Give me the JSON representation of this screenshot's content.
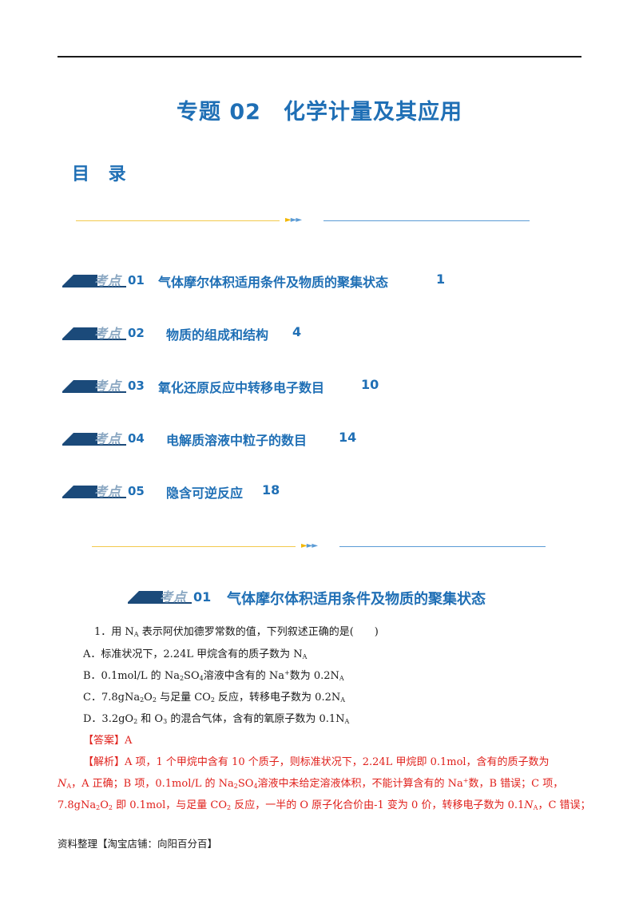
{
  "title": "专题 02　化学计量及其应用",
  "toc_heading": "目 录",
  "badge_text": "考点",
  "toc": [
    {
      "num": "01",
      "text": "气体摩尔体积适用条件及物质的聚集状态",
      "page": "1"
    },
    {
      "num": "02",
      "text": "物质的组成和结构",
      "page": "4"
    },
    {
      "num": "03",
      "text": "氧化还原反应中转移电子数目",
      "page": "10"
    },
    {
      "num": "04",
      "text": "电解质溶液中粒子的数目",
      "page": "14"
    },
    {
      "num": "05",
      "text": "隐含可逆反应",
      "page": "18"
    }
  ],
  "section": {
    "num": "01",
    "text": "气体摩尔体积适用条件及物质的聚集状态"
  },
  "question": {
    "stem_prefix": "1．用 N",
    "stem_sub": "A",
    "stem_suffix": " 表示阿伏加德罗常数的值，下列叙述正确的是(　　)",
    "options": {
      "a": {
        "pre": "A．标准状况下，2.24L 甲烷含有的质子数为 N",
        "sub": "A"
      },
      "b": {
        "p1": "B．0.1mol/L 的 Na",
        "s1": "2",
        "p2": "SO",
        "s2": "4",
        "p3": "溶液中含有的 Na",
        "sup": "+",
        "p4": "数为 0.2N",
        "s3": "A"
      },
      "c": {
        "p1": "C．7.8gNa",
        "s1": "2",
        "p2": "O",
        "s2": "2",
        "p3": " 与足量 CO",
        "s3": "2",
        "p4": " 反应，转移电子数为 0.2N",
        "s4": "A"
      },
      "d": {
        "p1": "D．3.2gO",
        "s1": "2",
        "p2": " 和 O",
        "s2": "3",
        "p3": " 的混合气体，含有的氧原子数为 0.1N",
        "s3": "A"
      }
    },
    "answer": "【答案】A",
    "analysis": {
      "l1": "【解析】A 项，1 个甲烷中含有 10 个质子，则标准状况下，2.24L 甲烷即 0.1mol，含有的质子数为",
      "l2a": "N",
      "l2b": "A",
      "l2c": "，A 正确；B 项，0.1mol/L 的 Na",
      "l2d": "2",
      "l2e": "SO",
      "l2f": "4",
      "l2g": "溶液中未给定溶液体积，不能计算含有的 Na",
      "l2h": "+",
      "l2i": "数，B 错误；C 项，",
      "l3a": "7.8gNa",
      "l3b": "2",
      "l3c": "O",
      "l3d": "2",
      "l3e": " 即 0.1mol，与足量 CO",
      "l3f": "2",
      "l3g": " 反应，一半的 O 原子化合价由-1 变为 0 价，转移电子数为 0.1",
      "l3h": "N",
      "l3i": "A",
      "l3j": "，C 错误；"
    }
  },
  "footer": "资料整理【淘宝店铺：向阳百分百】",
  "colors": {
    "accent": "#1f6fb5",
    "red": "#e0201b",
    "badge_dark": "#1b4a7a"
  }
}
